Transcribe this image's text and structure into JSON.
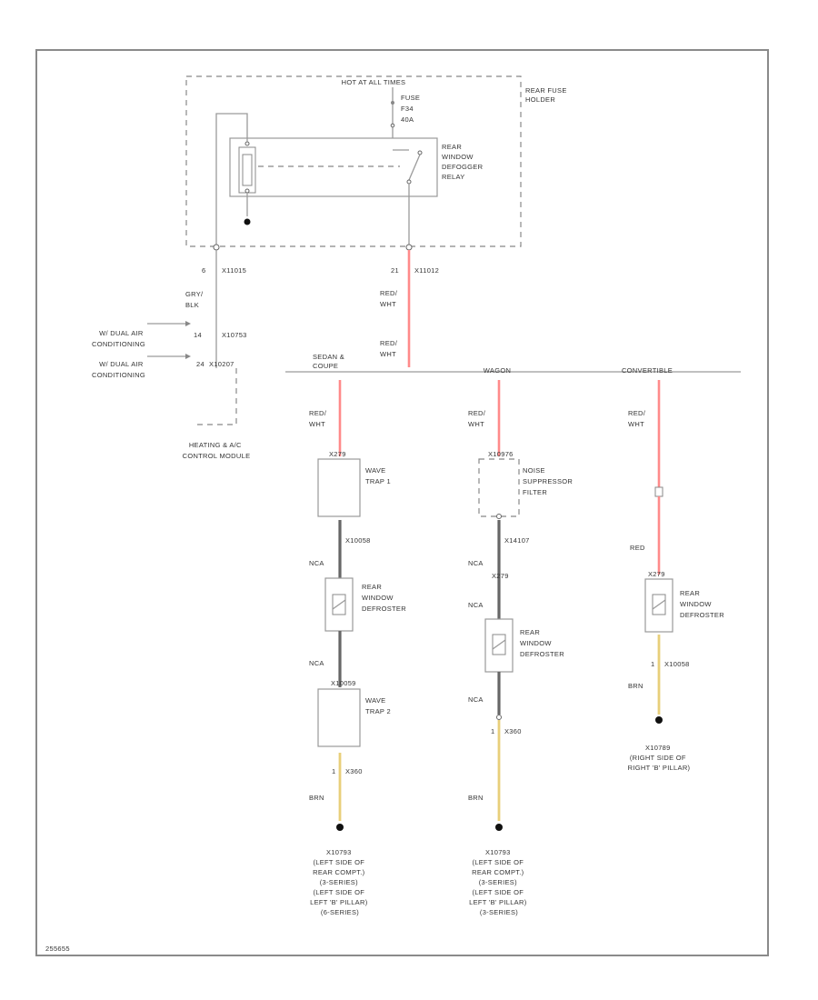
{
  "figure_id": "255655",
  "fuse_box": {
    "hot_label": "HOT AT ALL TIMES",
    "holder_label": [
      "REAR FUSE",
      "HOLDER"
    ],
    "fuse_label": [
      "FUSE",
      "F34",
      "40A"
    ],
    "relay_label": [
      "REAR",
      "WINDOW",
      "DEFOGGER",
      "RELAY"
    ]
  },
  "connectors": {
    "x11015": "X11015",
    "x11012": "X11012",
    "x10753": "X10753",
    "x10207": "X10207",
    "pin6": "6",
    "pin21": "21",
    "pin14": "14",
    "pin24": "24"
  },
  "wires": {
    "gry_blk": [
      "GRY/",
      "BLK"
    ],
    "red_wht_1": [
      "RED/",
      "WHT"
    ],
    "red_wht_2": [
      "RED/",
      "WHT"
    ],
    "red_wht_sedan": [
      "RED/",
      "WHT"
    ],
    "red_wht_wagon": [
      "RED/",
      "WHT"
    ],
    "red_wht_conv": [
      "RED/",
      "WHT"
    ],
    "red_conv": "RED",
    "nca": "NCA",
    "brn": "BRN"
  },
  "inputs": {
    "w_dual": [
      "W/ DUAL AIR",
      "CONDITIONING"
    ],
    "wo_dual": [
      "W/ DUAL AIR",
      "CONDITIONING"
    ],
    "module": [
      "HEATING & A/C",
      "CONTROL MODULE"
    ]
  },
  "variants": {
    "sedan": [
      "SEDAN &",
      "COUPE"
    ],
    "wagon": "WAGON",
    "convertible": "CONVERTIBLE"
  },
  "sedan_branch": {
    "x279": "X279",
    "wave_trap_1": [
      "WAVE",
      "TRAP 1"
    ],
    "x10058": "X10058",
    "pin1": "1",
    "defroster": [
      "REAR",
      "WINDOW",
      "DEFROSTER"
    ],
    "x10059": "X10059",
    "wave_trap_2": [
      "WAVE",
      "TRAP 2"
    ],
    "x360": "X360",
    "ground": [
      "X10793",
      "(LEFT SIDE OF",
      "REAR COMPT.)",
      "(3-SERIES)",
      "(LEFT SIDE OF",
      "LEFT 'B' PILLAR)",
      "(6-SERIES)"
    ]
  },
  "wagon_branch": {
    "x10976": "X10976",
    "filter": [
      "NOISE",
      "SUPPRESSOR",
      "FILTER"
    ],
    "x14107": "X14107",
    "x279": "X279",
    "defroster": [
      "REAR",
      "WINDOW",
      "DEFROSTER"
    ],
    "x360": "X360",
    "ground": [
      "X10793",
      "(LEFT SIDE OF",
      "REAR COMPT.)",
      "(3-SERIES)",
      "(LEFT SIDE OF",
      "LEFT 'B' PILLAR)",
      "(3-SERIES)"
    ]
  },
  "conv_branch": {
    "x279": "X279",
    "defroster": [
      "REAR",
      "WINDOW",
      "DEFROSTER"
    ],
    "x10058": "X10058",
    "ground": [
      "X10789",
      "(RIGHT SIDE OF",
      "RIGHT 'B' PILLAR)"
    ]
  }
}
